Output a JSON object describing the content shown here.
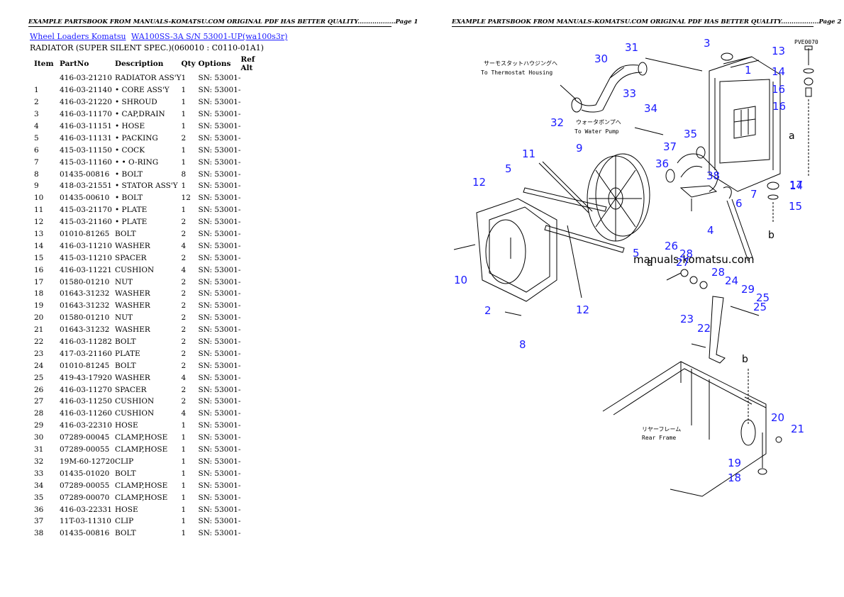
{
  "header": {
    "left": "EXAMPLE PARTSBOOK FROM MANUALS-KOMATSU.COM ORIGINAL PDF HAS BETTER QUALITY..................Page 1",
    "right": "EXAMPLE PARTSBOOK FROM MANUALS-KOMATSU.COM ORIGINAL PDF HAS BETTER QUALITY..................Page 2"
  },
  "breadcrumb": {
    "link1": "Wheel Loaders Komatsu",
    "link2": "WA100SS-3A S/N 53001-UP(wa100s3r)"
  },
  "subtitle": "RADIATOR (SUPER SILENT SPEC.)(060010 : C0110-01A1)",
  "table": {
    "columns": [
      "Item",
      "PartNo",
      "Description",
      "Qty",
      "Options",
      "Ref Alt"
    ],
    "rows": [
      [
        "",
        "416-03-21210",
        "RADIATOR ASS'Y",
        "1",
        "SN: 53001-",
        ""
      ],
      [
        "1",
        "416-03-21140",
        "• CORE ASS'Y",
        "1",
        "SN: 53001-",
        ""
      ],
      [
        "2",
        "416-03-21220",
        "• SHROUD",
        "1",
        "SN: 53001-",
        ""
      ],
      [
        "3",
        "416-03-11170",
        "• CAP,DRAIN",
        "1",
        "SN: 53001-",
        ""
      ],
      [
        "4",
        "416-03-11151",
        "• HOSE",
        "1",
        "SN: 53001-",
        ""
      ],
      [
        "5",
        "416-03-11131",
        "• PACKING",
        "2",
        "SN: 53001-",
        ""
      ],
      [
        "6",
        "415-03-11150",
        "• COCK",
        "1",
        "SN: 53001-",
        ""
      ],
      [
        "7",
        "415-03-11160",
        "• • O-RING",
        "1",
        "SN: 53001-",
        ""
      ],
      [
        "8",
        "01435-00816",
        "• BOLT",
        "8",
        "SN: 53001-",
        ""
      ],
      [
        "9",
        "418-03-21551",
        "• STATOR ASS'Y",
        "1",
        "SN: 53001-",
        ""
      ],
      [
        "10",
        "01435-00610",
        "• BOLT",
        "12",
        "SN: 53001-",
        ""
      ],
      [
        "11",
        "415-03-21170",
        "• PLATE",
        "1",
        "SN: 53001-",
        ""
      ],
      [
        "12",
        "415-03-21160",
        "• PLATE",
        "2",
        "SN: 53001-",
        ""
      ],
      [
        "13",
        "01010-81265",
        "BOLT",
        "2",
        "SN: 53001-",
        ""
      ],
      [
        "14",
        "416-03-11210",
        "WASHER",
        "4",
        "SN: 53001-",
        ""
      ],
      [
        "15",
        "415-03-11210",
        "SPACER",
        "2",
        "SN: 53001-",
        ""
      ],
      [
        "16",
        "416-03-11221",
        "CUSHION",
        "4",
        "SN: 53001-",
        ""
      ],
      [
        "17",
        "01580-01210",
        "NUT",
        "2",
        "SN: 53001-",
        ""
      ],
      [
        "18",
        "01643-31232",
        "WASHER",
        "2",
        "SN: 53001-",
        ""
      ],
      [
        "19",
        "01643-31232",
        "WASHER",
        "2",
        "SN: 53001-",
        ""
      ],
      [
        "20",
        "01580-01210",
        "NUT",
        "2",
        "SN: 53001-",
        ""
      ],
      [
        "21",
        "01643-31232",
        "WASHER",
        "2",
        "SN: 53001-",
        ""
      ],
      [
        "22",
        "416-03-11282",
        "BOLT",
        "2",
        "SN: 53001-",
        ""
      ],
      [
        "23",
        "417-03-21160",
        "PLATE",
        "2",
        "SN: 53001-",
        ""
      ],
      [
        "24",
        "01010-81245",
        "BOLT",
        "2",
        "SN: 53001-",
        ""
      ],
      [
        "25",
        "419-43-17920",
        "WASHER",
        "4",
        "SN: 53001-",
        ""
      ],
      [
        "26",
        "416-03-11270",
        "SPACER",
        "2",
        "SN: 53001-",
        ""
      ],
      [
        "27",
        "416-03-11250",
        "CUSHION",
        "2",
        "SN: 53001-",
        ""
      ],
      [
        "28",
        "416-03-11260",
        "CUSHION",
        "4",
        "SN: 53001-",
        ""
      ],
      [
        "29",
        "416-03-22310",
        "HOSE",
        "1",
        "SN: 53001-",
        ""
      ],
      [
        "30",
        "07289-00045",
        "CLAMP,HOSE",
        "1",
        "SN: 53001-",
        ""
      ],
      [
        "31",
        "07289-00055",
        "CLAMP,HOSE",
        "1",
        "SN: 53001-",
        ""
      ],
      [
        "32",
        "19M-60-12720",
        "CLIP",
        "1",
        "SN: 53001-",
        ""
      ],
      [
        "33",
        "01435-01020",
        "BOLT",
        "1",
        "SN: 53001-",
        ""
      ],
      [
        "34",
        "07289-00055",
        "CLAMP,HOSE",
        "1",
        "SN: 53001-",
        ""
      ],
      [
        "35",
        "07289-00070",
        "CLAMP,HOSE",
        "1",
        "SN: 53001-",
        ""
      ],
      [
        "36",
        "416-03-22331",
        "HOSE",
        "1",
        "SN: 53001-",
        ""
      ],
      [
        "37",
        "11T-03-11310",
        "CLIP",
        "1",
        "SN: 53001-",
        ""
      ],
      [
        "38",
        "01435-00816",
        "BOLT",
        "1",
        "SN: 53001-",
        ""
      ]
    ]
  },
  "diagram": {
    "watermark": "manuals-komatsu.com",
    "thermostat_note_jp": "サーモスタットハウジングへ",
    "thermostat_note": "To Thermostat Housing",
    "water_pump_note_jp": "ウォータポンプへ",
    "water_pump_note": "To Water Pump",
    "rear_frame_jp": "リヤーフレーム",
    "rear_frame": "Rear Frame",
    "drawing_code": "PVE0070",
    "ref_a": "a",
    "ref_b": "b",
    "callouts": [
      "1",
      "2",
      "3",
      "4",
      "5",
      "5",
      "6",
      "7",
      "8",
      "9",
      "10",
      "11",
      "12",
      "12",
      "13",
      "14",
      "14",
      "15",
      "16",
      "16",
      "17",
      "18",
      "19",
      "20",
      "21",
      "22",
      "23",
      "24",
      "25",
      "25",
      "26",
      "27",
      "28",
      "28",
      "29",
      "30",
      "31",
      "32",
      "33",
      "34",
      "35",
      "36",
      "37",
      "38"
    ]
  }
}
